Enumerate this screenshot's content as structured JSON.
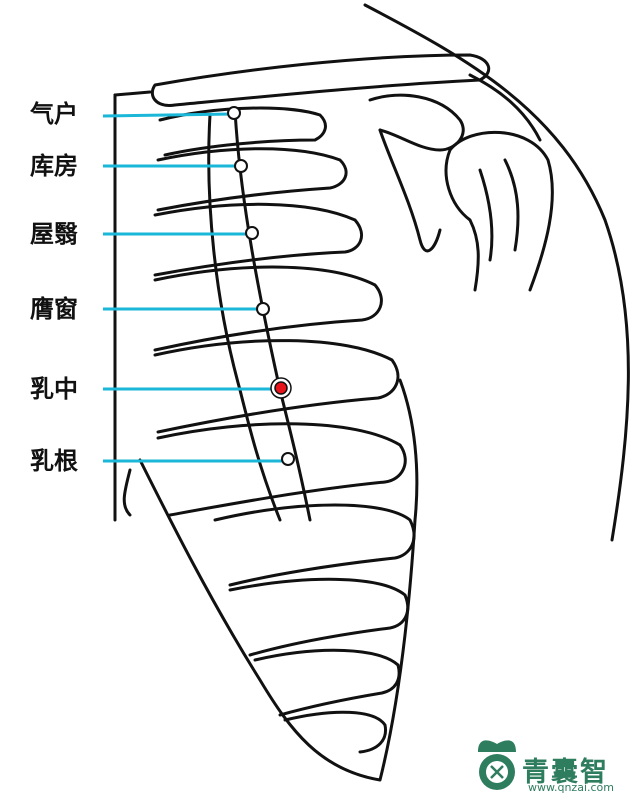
{
  "points": [
    {
      "label": "气户",
      "active": false
    },
    {
      "label": "库房",
      "active": false
    },
    {
      "label": "屋翳",
      "active": false
    },
    {
      "label": "膺窗",
      "active": false
    },
    {
      "label": "乳中",
      "active": true
    },
    {
      "label": "乳根",
      "active": false
    }
  ],
  "colors": {
    "leader_line": "#1ab7d8",
    "active_point": "#e8141b",
    "outline": "#111111",
    "logo": "#2f7d5f"
  },
  "logo": {
    "text": "青囊智",
    "sub": "www.qnzai.com"
  }
}
